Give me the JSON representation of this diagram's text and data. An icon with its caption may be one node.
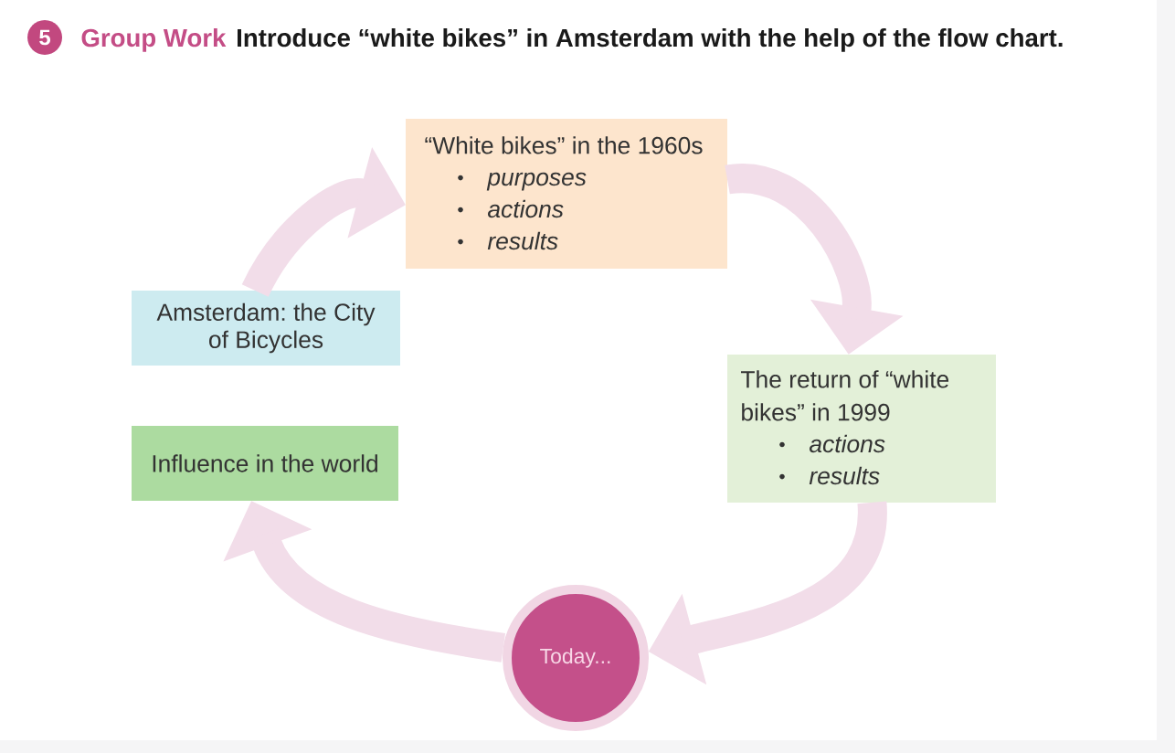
{
  "diagram": {
    "title": "Introduce “white bikes” in Amsterdam with the help of the flow chart.",
    "nodes": [
      {
        "text": [
          "“White bikes” in the 1960s",
          "purposes",
          "actions",
          "results"
        ]
      },
      {
        "text": [
          "Amsterdam: the City of Bicycles"
        ]
      },
      {
        "text": [
          "The return of “white bikes” in 1999",
          "actions",
          "results"
        ]
      },
      {
        "text": [
          "Influence in the world"
        ]
      },
      {
        "text": [
          "Today..."
        ]
      }
    ],
    "edges": [
      {
        "from": 1,
        "to": 0,
        "arrow": "to"
      },
      {
        "from": 0,
        "to": 2,
        "arrow": "to"
      },
      {
        "from": 2,
        "to": 4,
        "arrow": "to"
      },
      {
        "from": 4,
        "to": 3,
        "arrow": "to"
      }
    ],
    "labels": [
      "5",
      "Group Work"
    ]
  }
}
